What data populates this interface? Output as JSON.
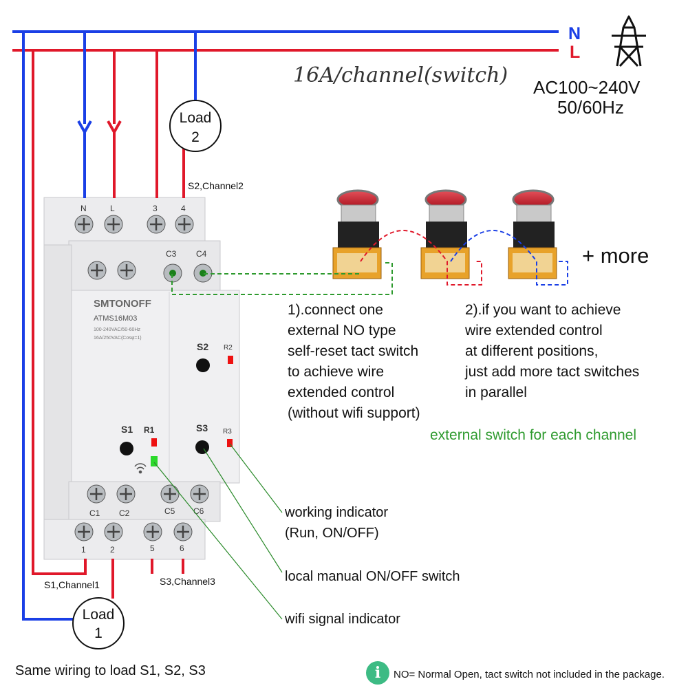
{
  "supply": {
    "n_label": "N",
    "l_label": "L",
    "spec_voltage": "AC100~240V",
    "spec_freq": "50/60Hz",
    "channel_rating": "16A/channel(switch)",
    "n_color": "#1a3fe6",
    "l_color": "#e0182a"
  },
  "device": {
    "brand": "SMTONOFF",
    "model": "ATMS16M03",
    "rating_line1": "100-240VAC/50-60Hz",
    "rating_line2": "16A/250VAC(Cosφ=1)",
    "top_terminals": [
      "N",
      "L",
      "3",
      "4"
    ],
    "mid_terminals": [
      "C3",
      "C4"
    ],
    "bottom_upper_terminals": [
      "C1",
      "C2",
      "C5",
      "C6"
    ],
    "bottom_terminals": [
      "1",
      "2",
      "5",
      "6"
    ],
    "buttons": [
      "S1",
      "S2",
      "S3"
    ],
    "leds": [
      "R1",
      "R2",
      "R3"
    ]
  },
  "loads": {
    "load1_line1": "Load",
    "load1_line2": "1",
    "load2_line1": "Load",
    "load2_line2": "2"
  },
  "channels": {
    "s1": "S1,Channel1",
    "s2": "S2,Channel2",
    "s3": "S3,Channel3"
  },
  "switches": {
    "more_label": "+ more",
    "note1": "1).connect one\nexternal NO type\nself-reset tact switch\nto achieve wire\nextended control\n(without wifi support)",
    "note2": "2).if you want to achieve\nwire extended control\nat different positions,\njust add more tact switches\nin parallel",
    "external_label": "external switch for each channel",
    "external_color": "#2e9a2e"
  },
  "callouts": {
    "working_indicator": "working indicator\n (Run, ON/OFF)",
    "manual_switch": "local manual ON/OFF switch",
    "wifi_indicator": "wifi signal indicator"
  },
  "footer": {
    "same_wiring": "Same wiring to load S1, S2, S3",
    "note": "NO= Normal Open, tact switch not included in the package.",
    "note_icon": "info-icon",
    "note_icon_glyph": "i"
  }
}
